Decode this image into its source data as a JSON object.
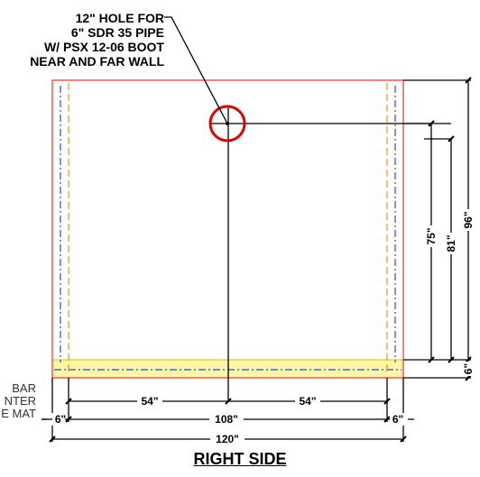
{
  "callout": {
    "lines": [
      "12\" HOLE FOR",
      "6\" SDR 35 PIPE",
      "W/ PSX 12-06 BOOT",
      "NEAR AND FAR WALL"
    ]
  },
  "left_note": {
    "lines": [
      "BAR",
      "NTER",
      "E MAT"
    ]
  },
  "dimensions": {
    "horizontal": {
      "d54_left": "54\"",
      "d54_right": "54\"",
      "d6_left": "6\"",
      "d108": "108\"",
      "d6_right": "6\"",
      "d120": "120\""
    },
    "vertical": {
      "d75": "75\"",
      "d81": "81\"",
      "d96": "96\"",
      "d6": "6\""
    }
  },
  "title": "RIGHT SIDE",
  "colors": {
    "wall_outline": "#ff2a2a",
    "hole": "#e00000",
    "inner_dashed": "#ff8c1a",
    "rebar_dashed": "#2b4bd6",
    "base_slab_fill": "#fbf7a6",
    "base_slab_edge": "#d9c100",
    "dimension": "#000000"
  }
}
